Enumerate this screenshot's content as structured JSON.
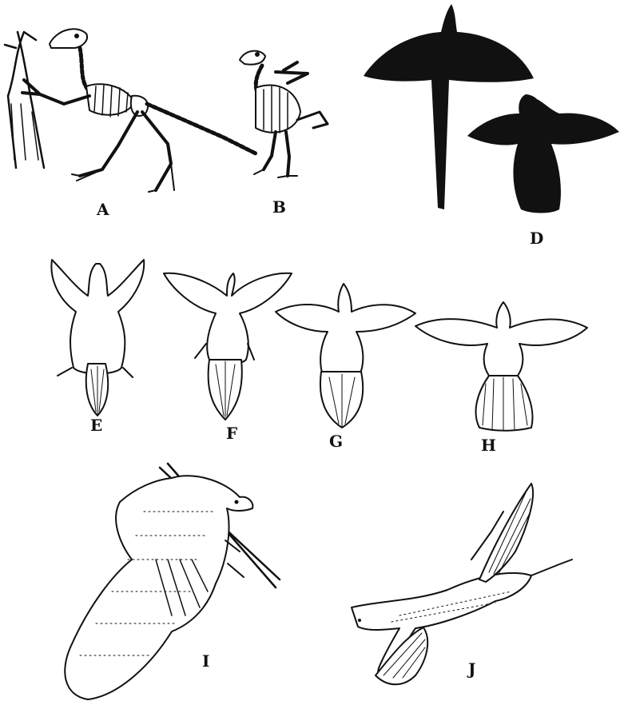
{
  "figure": {
    "panels": [
      {
        "id": "A",
        "label": "A"
      },
      {
        "id": "B",
        "label": "B"
      },
      {
        "id": "D",
        "label": "D"
      },
      {
        "id": "E",
        "label": "E"
      },
      {
        "id": "F",
        "label": "F"
      },
      {
        "id": "G",
        "label": "G"
      },
      {
        "id": "H",
        "label": "H"
      },
      {
        "id": "I",
        "label": "I"
      },
      {
        "id": "J",
        "label": "J"
      }
    ]
  }
}
